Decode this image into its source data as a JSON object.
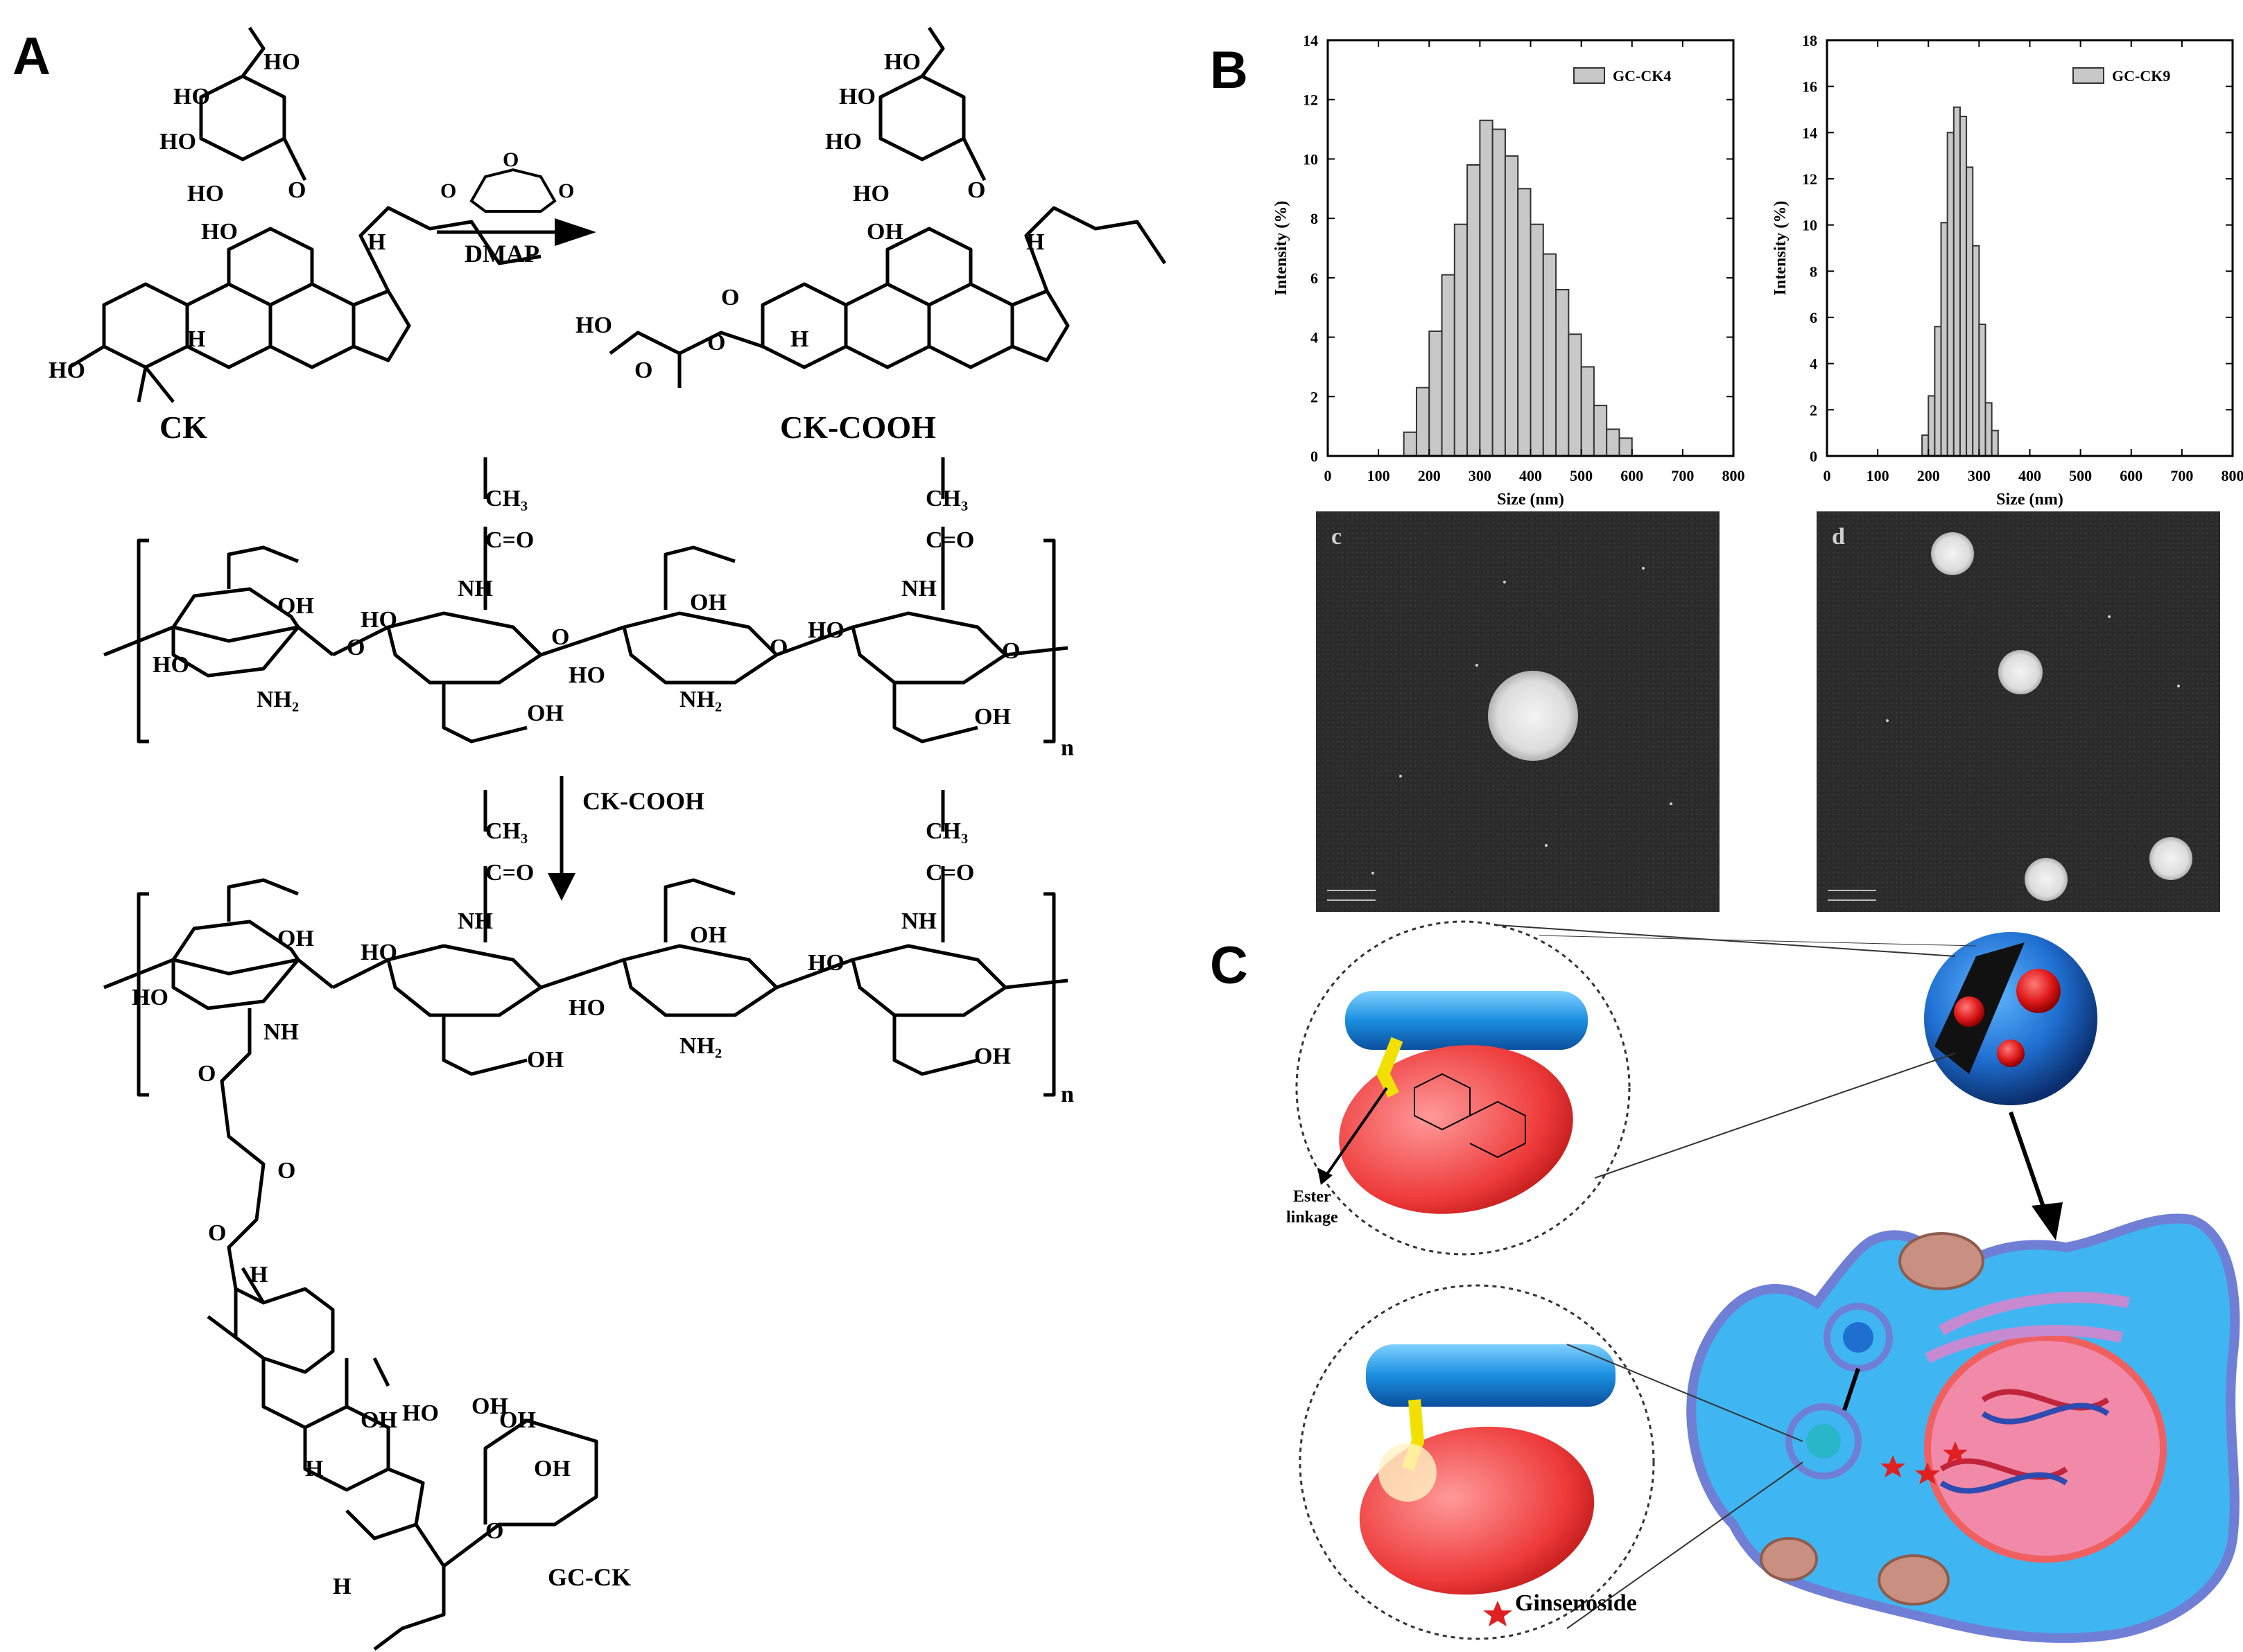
{
  "figure": {
    "panels": {
      "A": "A",
      "B": "B",
      "C": "C"
    },
    "scheme": {
      "compound1": "CK",
      "compound2": "CK-COOH",
      "reagent": "DMAP",
      "reagent2": "CK-COOH",
      "product": "GC-CK",
      "polymer_repeat": "n",
      "chain_labels": [
        "CH₃",
        "C=O",
        "NH",
        "OH",
        "HO",
        "NH₂",
        "O"
      ]
    },
    "tem": {
      "left_label": "c",
      "right_label": "d"
    },
    "schematic": {
      "ester_label_line1": "Ester",
      "ester_label_line2": "linkage",
      "legend_label": "Ginsenoside"
    }
  },
  "chart_data": [
    {
      "type": "bar",
      "xlabel": "Size (nm)",
      "ylabel": "Intensity (%)",
      "xlim": [
        0,
        800
      ],
      "ylim": [
        0,
        14
      ],
      "xticks": [
        0,
        100,
        200,
        300,
        400,
        500,
        600,
        700,
        800
      ],
      "yticks": [
        0,
        2,
        4,
        6,
        8,
        10,
        12,
        14
      ],
      "bin_width": 25,
      "series": [
        {
          "name": "GC-CK4",
          "x": [
            162.5,
            187.5,
            212.5,
            237.5,
            262.5,
            287.5,
            312.5,
            337.5,
            362.5,
            387.5,
            412.5,
            437.5,
            462.5,
            487.5,
            512.5,
            537.5,
            562.5,
            587.5
          ],
          "values": [
            0.8,
            2.3,
            4.2,
            6.1,
            7.8,
            9.8,
            11.3,
            11.0,
            10.1,
            9.0,
            7.8,
            6.8,
            5.6,
            4.1,
            3.0,
            1.7,
            0.9,
            0.6
          ]
        }
      ],
      "legend": "top-right",
      "grid": false
    },
    {
      "type": "bar",
      "xlabel": "Size (nm)",
      "ylabel": "Intensity (%)",
      "xlim": [
        0,
        800
      ],
      "ylim": [
        0,
        18
      ],
      "xticks": [
        0,
        100,
        200,
        300,
        400,
        500,
        600,
        700,
        800
      ],
      "yticks": [
        0,
        2,
        4,
        6,
        8,
        10,
        12,
        14,
        16,
        18
      ],
      "bin_width": 12.5,
      "series": [
        {
          "name": "GC-CK9",
          "x": [
            193.75,
            206.25,
            218.75,
            231.25,
            243.75,
            256.25,
            268.75,
            281.25,
            293.75,
            306.25,
            318.75,
            331.25
          ],
          "values": [
            0.9,
            2.6,
            5.6,
            10.1,
            14.0,
            15.1,
            14.7,
            12.5,
            9.1,
            5.7,
            2.3,
            1.1
          ]
        }
      ],
      "legend": "top-right",
      "grid": false
    }
  ]
}
